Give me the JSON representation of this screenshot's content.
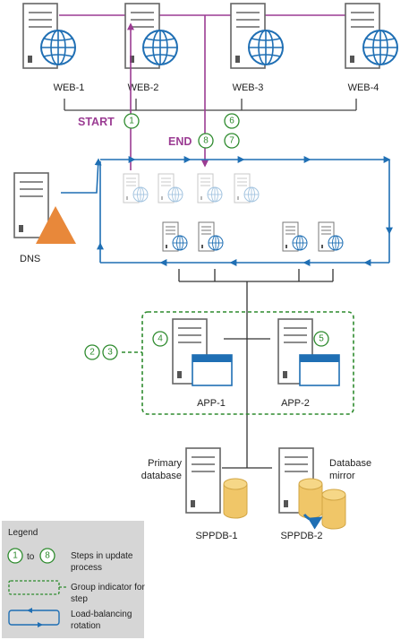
{
  "web_servers": [
    "WEB-1",
    "WEB-2",
    "WEB-3",
    "WEB-4"
  ],
  "app_servers": [
    "APP-1",
    "APP-2"
  ],
  "db_servers": [
    "SPPDB-1",
    "SPPDB-2"
  ],
  "dns_label": "DNS",
  "primary_db_label": [
    "Primary",
    "database"
  ],
  "mirror_db_label": [
    "Database",
    "mirror"
  ],
  "start_label": "START",
  "end_label": "END",
  "steps": {
    "start": "1",
    "end": "8",
    "web3_a": "6",
    "web3_b": "7",
    "group_a": "2",
    "group_b": "3",
    "app1": "4",
    "app2": "5"
  },
  "legend": {
    "title": "Legend",
    "steps_from": "1",
    "steps_to": "8",
    "steps_to_word": "to",
    "steps_text": [
      "Steps in update",
      "process"
    ],
    "group_text": [
      "Group indicator for",
      "step"
    ],
    "rotation_text": [
      "Load-balancing",
      "rotation"
    ]
  },
  "colors": {
    "purple": "#9b3c93",
    "blue": "#1f6fb4",
    "green": "#2e8b2e",
    "orange": "#e8883a",
    "db_gold": "#f0c668",
    "legend_bg": "#d6d6d6"
  }
}
